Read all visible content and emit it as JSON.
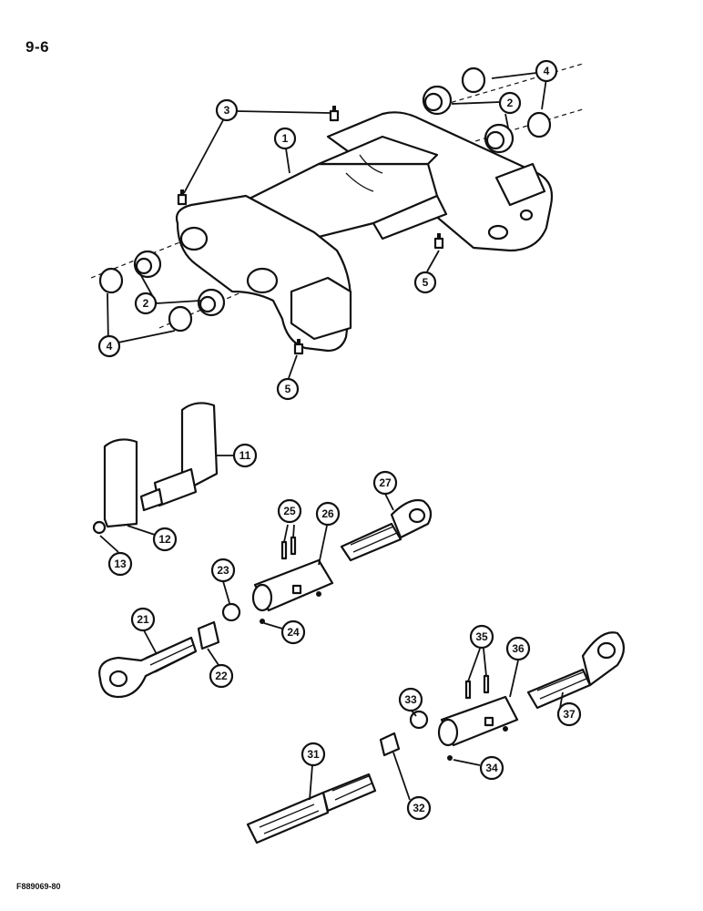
{
  "page": {
    "number": "9-6",
    "figure_code": "F889069-80"
  },
  "callouts": [
    {
      "id": "c1",
      "label": "1"
    },
    {
      "id": "c2a",
      "label": "2"
    },
    {
      "id": "c2b",
      "label": "2"
    },
    {
      "id": "c2c",
      "label": "2"
    },
    {
      "id": "c3",
      "label": "3"
    },
    {
      "id": "c4a",
      "label": "4"
    },
    {
      "id": "c4b",
      "label": "4"
    },
    {
      "id": "c5a",
      "label": "5"
    },
    {
      "id": "c5b",
      "label": "5"
    },
    {
      "id": "c11",
      "label": "11"
    },
    {
      "id": "c12",
      "label": "12"
    },
    {
      "id": "c13",
      "label": "13"
    },
    {
      "id": "c21",
      "label": "21"
    },
    {
      "id": "c22",
      "label": "22"
    },
    {
      "id": "c23",
      "label": "23"
    },
    {
      "id": "c24",
      "label": "24"
    },
    {
      "id": "c25",
      "label": "25"
    },
    {
      "id": "c26",
      "label": "26"
    },
    {
      "id": "c27",
      "label": "27"
    },
    {
      "id": "c31",
      "label": "31"
    },
    {
      "id": "c32",
      "label": "32"
    },
    {
      "id": "c33",
      "label": "33"
    },
    {
      "id": "c34",
      "label": "34"
    },
    {
      "id": "c35",
      "label": "35"
    },
    {
      "id": "c36",
      "label": "36"
    },
    {
      "id": "c37",
      "label": "37"
    }
  ]
}
